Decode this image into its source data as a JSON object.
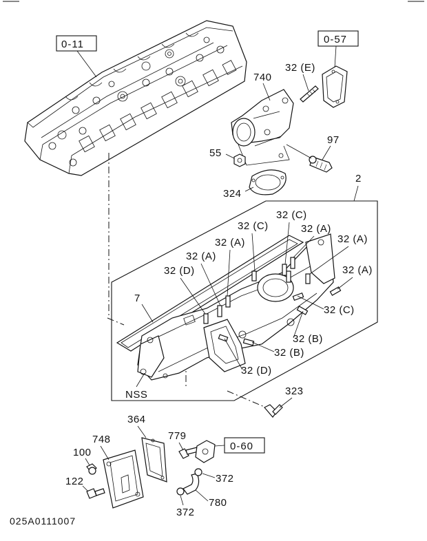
{
  "drawing_code": "025A0111007",
  "reference_boxes": {
    "cylinder_head": "0-11",
    "gasket": "0-57",
    "sensor": "0-60"
  },
  "parts": {
    "p740": "740",
    "p32e": "32 (E)",
    "p97": "97",
    "p55": "55",
    "p324": "324",
    "p2": "2",
    "p7": "7",
    "nss": "NSS",
    "p323": "323",
    "p364": "364",
    "p748": "748",
    "p779": "779",
    "p100": "100",
    "p122": "122",
    "p372a": "372",
    "p372b": "372",
    "p780": "780"
  },
  "stud_labels": {
    "c1": "32 (C)",
    "c2": "32 (C)",
    "c3": "32 (C)",
    "a1": "32 (A)",
    "a2": "32 (A)",
    "a3": "32 (A)",
    "a4": "32 (A)",
    "a5": "32 (A)",
    "d1": "32 (D)",
    "d2": "32 (D)",
    "b1": "32 (B)",
    "b2": "32 (B)"
  }
}
